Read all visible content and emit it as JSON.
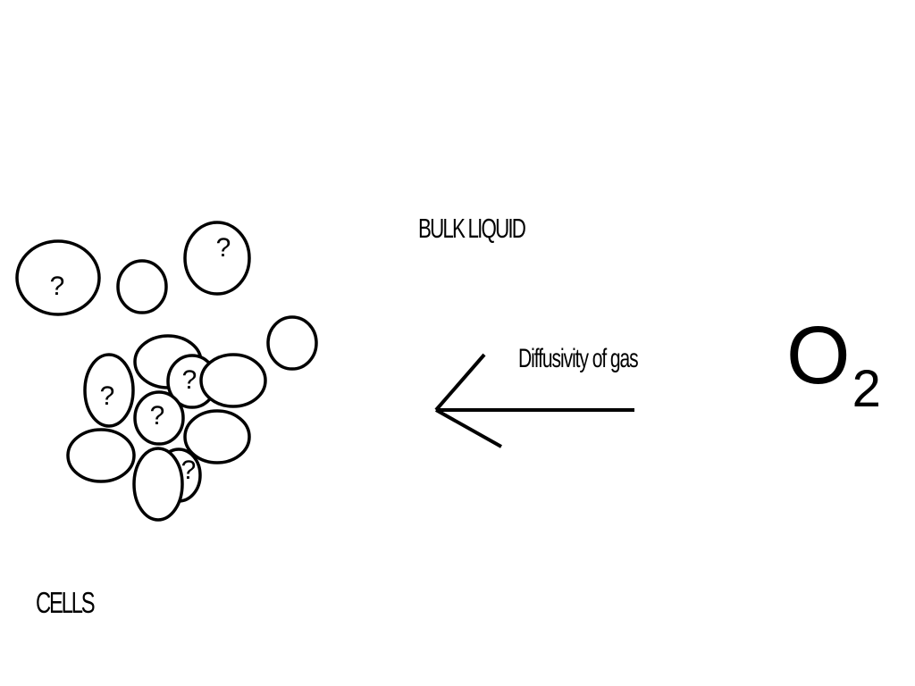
{
  "labels": {
    "bulk_liquid": "BULK LIQUID",
    "diffusivity": "Diffusivity of gas",
    "cells": "CELLS",
    "oxygen_symbol": "O",
    "oxygen_subscript": "2"
  },
  "cells": [
    {
      "mark": "?"
    },
    {
      "mark": ""
    },
    {
      "mark": "?"
    },
    {
      "mark": ""
    },
    {
      "mark": "?"
    },
    {
      "mark": ""
    },
    {
      "mark": "?"
    },
    {
      "mark": ""
    },
    {
      "mark": "?"
    },
    {
      "mark": ""
    },
    {
      "mark": "?"
    },
    {
      "mark": ""
    },
    {
      "mark": ""
    }
  ],
  "arrow": {
    "direction": "left"
  },
  "colors": {
    "ink": "#000000",
    "background": "#ffffff"
  }
}
